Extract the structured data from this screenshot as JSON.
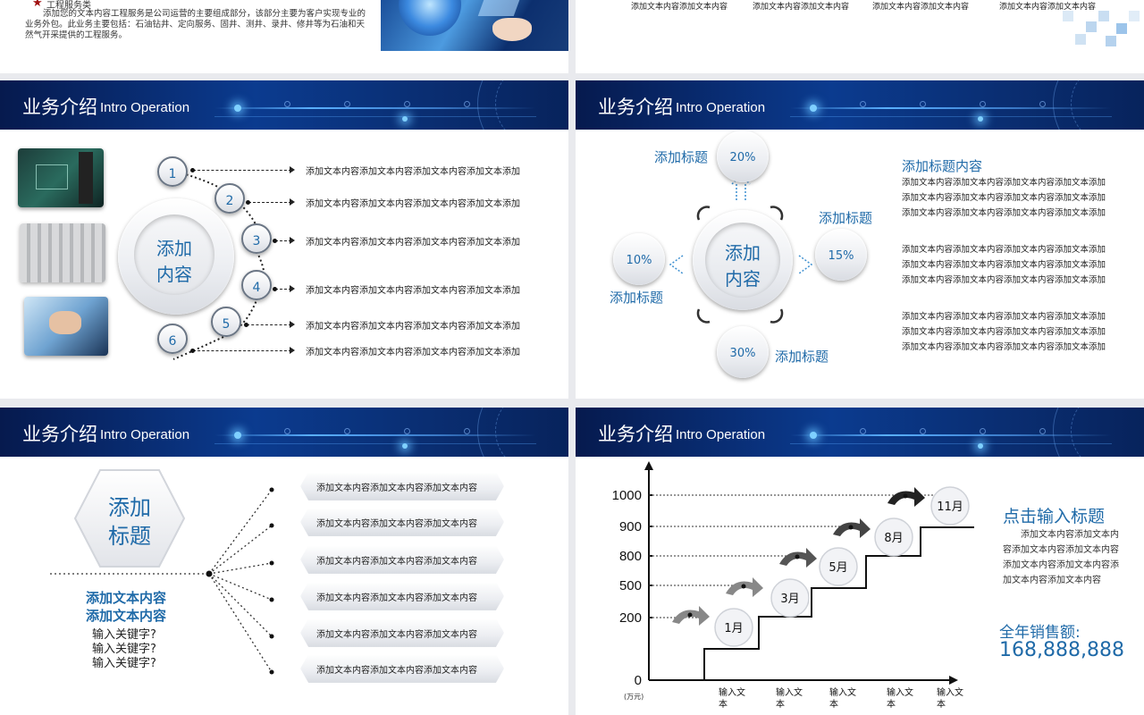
{
  "top_left": {
    "heading": "工程服务类",
    "body": "添加您的文本内容工程服务是公司运营的主要组成部分，该部分主要为客户实现专业的业务外包。此业务主要包括：石油钻井、定向服务、固井、测井、录井、修井等为石油和天然气开采提供的工程服务。"
  },
  "top_right": {
    "labels": [
      "添加文本内容添加文本内容",
      "添加文本内容添加文本内容",
      "添加文本内容添加文本内容",
      "添加文本内容添加文本内容"
    ]
  },
  "header": {
    "title": "业务介绍",
    "subtitle": "Intro Operation"
  },
  "slide1": {
    "center": [
      "添加",
      "内容"
    ],
    "nodes": [
      "1",
      "2",
      "3",
      "4",
      "5",
      "6"
    ],
    "items": [
      "添加文本内容添加文本内容添加文本内容添加文本添加",
      "添加文本内容添加文本内容添加文本内容添加文本添加",
      "添加文本内容添加文本内容添加文本内容添加文本添加",
      "添加文本内容添加文本内容添加文本内容添加文本添加",
      "添加文本内容添加文本内容添加文本内容添加文本添加",
      "添加文本内容添加文本内容添加文本内容添加文本添加"
    ]
  },
  "slide2": {
    "center": [
      "添加",
      "内容"
    ],
    "top": {
      "pct": "20%",
      "label": "添加标题"
    },
    "right": {
      "pct": "15%",
      "label": "添加标题"
    },
    "bottom": {
      "pct": "30%",
      "label": "添加标题"
    },
    "left": {
      "pct": "10%",
      "label": "添加标题"
    },
    "side_title": "添加标题内容",
    "paragraphs": [
      [
        "添加文本内容添加文本内容添加文本内容添加文本添加",
        "添加文本内容添加文本内容添加文本内容添加文本添加",
        "添加文本内容添加文本内容添加文本内容添加文本添加"
      ],
      [
        "添加文本内容添加文本内容添加文本内容添加文本添加",
        "添加文本内容添加文本内容添加文本内容添加文本添加",
        "添加文本内容添加文本内容添加文本内容添加文本添加"
      ],
      [
        "添加文本内容添加文本内容添加文本内容添加文本添加",
        "添加文本内容添加文本内容添加文本内容添加文本添加",
        "添加文本内容添加文本内容添加文本内容添加文本添加"
      ]
    ]
  },
  "slide3": {
    "hex": [
      "添加",
      "标题"
    ],
    "bold": [
      "添加文本内容",
      "添加文本内容"
    ],
    "keywords": [
      "输入关键字?",
      "输入关键字?",
      "输入关键字?"
    ],
    "items": [
      "添加文本内容添加文本内容添加文本内容",
      "添加文本内容添加文本内容添加文本内容",
      "添加文本内容添加文本内容添加文本内容",
      "添加文本内容添加文本内容添加文本内容",
      "添加文本内容添加文本内容添加文本内容",
      "添加文本内容添加文本内容添加文本内容"
    ]
  },
  "slide4": {
    "title": "点击输入标题",
    "body": "添加文本内容添加文本内容添加文本内容添加文本内容添加文本内容添加文本内容添加文本内容添加文本内容",
    "total_label": "全年销售额:",
    "total_value": "168,888,888",
    "unit": "(万元)",
    "chart_data": {
      "type": "line",
      "title": "",
      "ylabel": "(万元)",
      "yticks": [
        "0",
        "200",
        "500",
        "800",
        "900",
        "1000"
      ],
      "steps": [
        {
          "label": "1月",
          "level": 200
        },
        {
          "label": "3月",
          "level": 500
        },
        {
          "label": "5月",
          "level": 800
        },
        {
          "label": "8月",
          "level": 900
        },
        {
          "label": "11月",
          "level": 1000
        }
      ],
      "x_labels": [
        "输入文本",
        "输入文本",
        "输入文本",
        "输入文本",
        "输入文本"
      ]
    }
  },
  "colors": {
    "accent": "#1f6aa8",
    "header": "#0b3b8f"
  }
}
